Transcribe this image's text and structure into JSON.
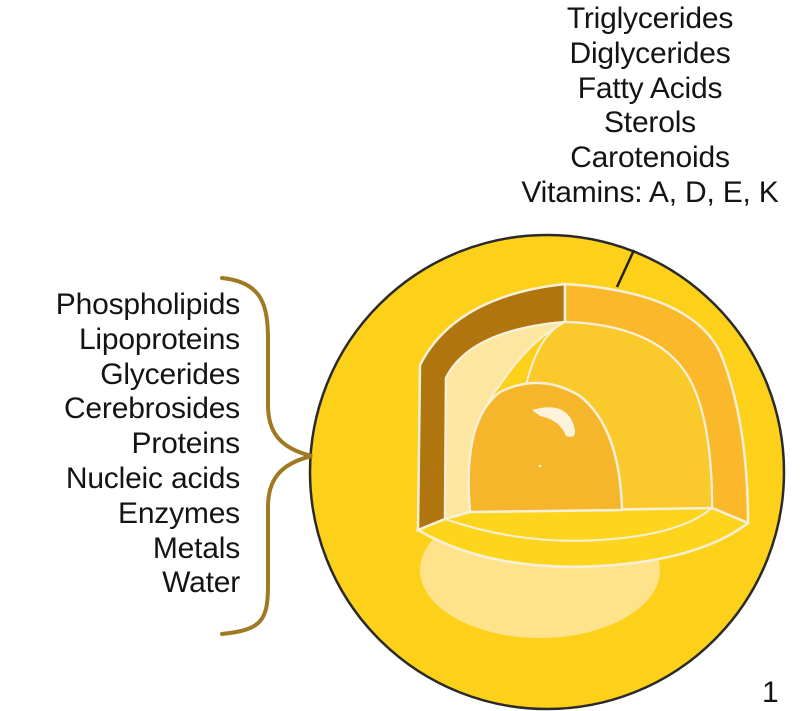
{
  "outer_layer_labels": [
    "Triglycerides",
    "Diglycerides",
    "Fatty Acids",
    "Sterols",
    "Carotenoids",
    "Vitamins: A, D, E, K"
  ],
  "inner_content_labels": [
    "Phospholipids",
    "Lipoproteins",
    "Glycerides",
    "Cerebrosides",
    "Proteins",
    "Nucleic acids",
    "Enzymes",
    "Metals",
    "Water"
  ],
  "page_number": "1",
  "colors": {
    "sphere_outer": "#FDD01A",
    "sphere_stroke": "#2A2A2A",
    "layer_dark": "#B0750E",
    "layer_orange": "#FBB82A",
    "layer_mid": "#FAC92C",
    "layer_pale": "#FDE7A0",
    "core": "#F6B62C",
    "brace": "#A07A22",
    "leader_line": "#222222"
  }
}
